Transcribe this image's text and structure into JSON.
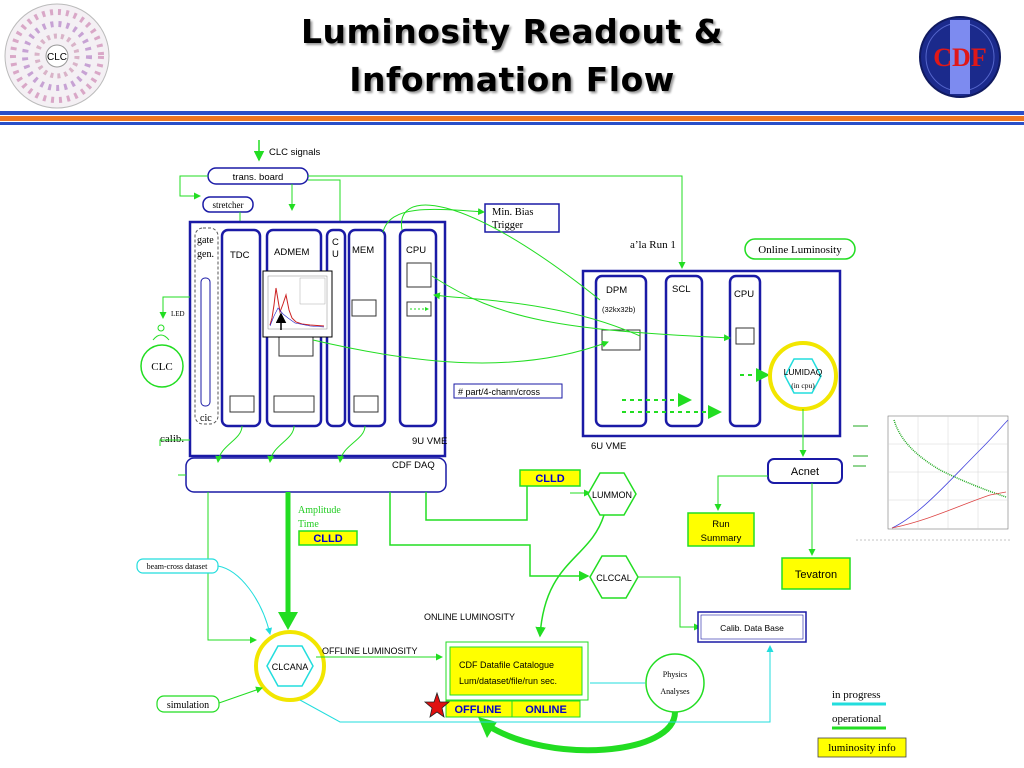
{
  "slide": {
    "title_line1": "Luminosity Readout &",
    "title_line2": "Information Flow",
    "logo_left_text": "CLC",
    "logo_right_text": "CDF"
  },
  "diagram": {
    "clc_signals": "CLC signals",
    "trans_board": "trans. board",
    "stretcher": "stretcher",
    "gate_gen_1": "gate",
    "gate_gen_2": "gen.",
    "cic": "cic",
    "tdc": "TDC",
    "admem": "ADMEM",
    "cu_1": "C",
    "cu_2": "U",
    "mem": "MEM",
    "cpu": "CPU",
    "min_bias_1": "Min. Bias",
    "min_bias_2": "Trigger",
    "vme9u": "9U VME",
    "led": "LED",
    "clc": "CLC",
    "calib": "calib.",
    "cdf_daq": "CDF DAQ",
    "part_chann": "# part/4-chann/cross",
    "ala_run1": "a’la Run 1",
    "online_luminosity_badge": "Online Luminosity",
    "dpm": "DPM",
    "dpm_size": "(32kx32b)",
    "scl": "SCL",
    "cpu2": "CPU",
    "vme6u": "6U VME",
    "lumidaq": "LUMIDAQ",
    "lumidaq_sub": "(in cpu)",
    "acnet": "Acnet",
    "run_summary_1": "Run",
    "run_summary_2": "Summary",
    "tevatron": "Tevatron",
    "clld_top": "CLLD",
    "lummon": "LUMMON",
    "amplitude": "Amplitude",
    "time": "Time",
    "clld_left": "CLLD",
    "beam_cross": "beam-cross dataset",
    "clccal": "CLCCAL",
    "online_luminosity": "ONLINE LUMINOSITY",
    "calib_db": "Calib. Data Base",
    "clcana": "CLCANA",
    "offline_luminosity": "OFFLINE LUMINOSITY",
    "catalogue_1": "CDF Datafile Catalogue",
    "catalogue_2": "Lum/dataset/file/run sec.",
    "offline_tag": "OFFLINE",
    "online_tag": "ONLINE",
    "physics_1": "Physics",
    "physics_2": "Analyses",
    "simulation": "simulation"
  },
  "legend": {
    "in_progress": "in progress",
    "operational": "operational",
    "luminosity_info": "luminosity info"
  },
  "colors": {
    "blue": "#1a1aa6",
    "green": "#22dd22",
    "cyan": "#22dddd",
    "yellow": "#ffff00",
    "orange": "#ee7722",
    "title_shadow": "#9a9a9a"
  }
}
